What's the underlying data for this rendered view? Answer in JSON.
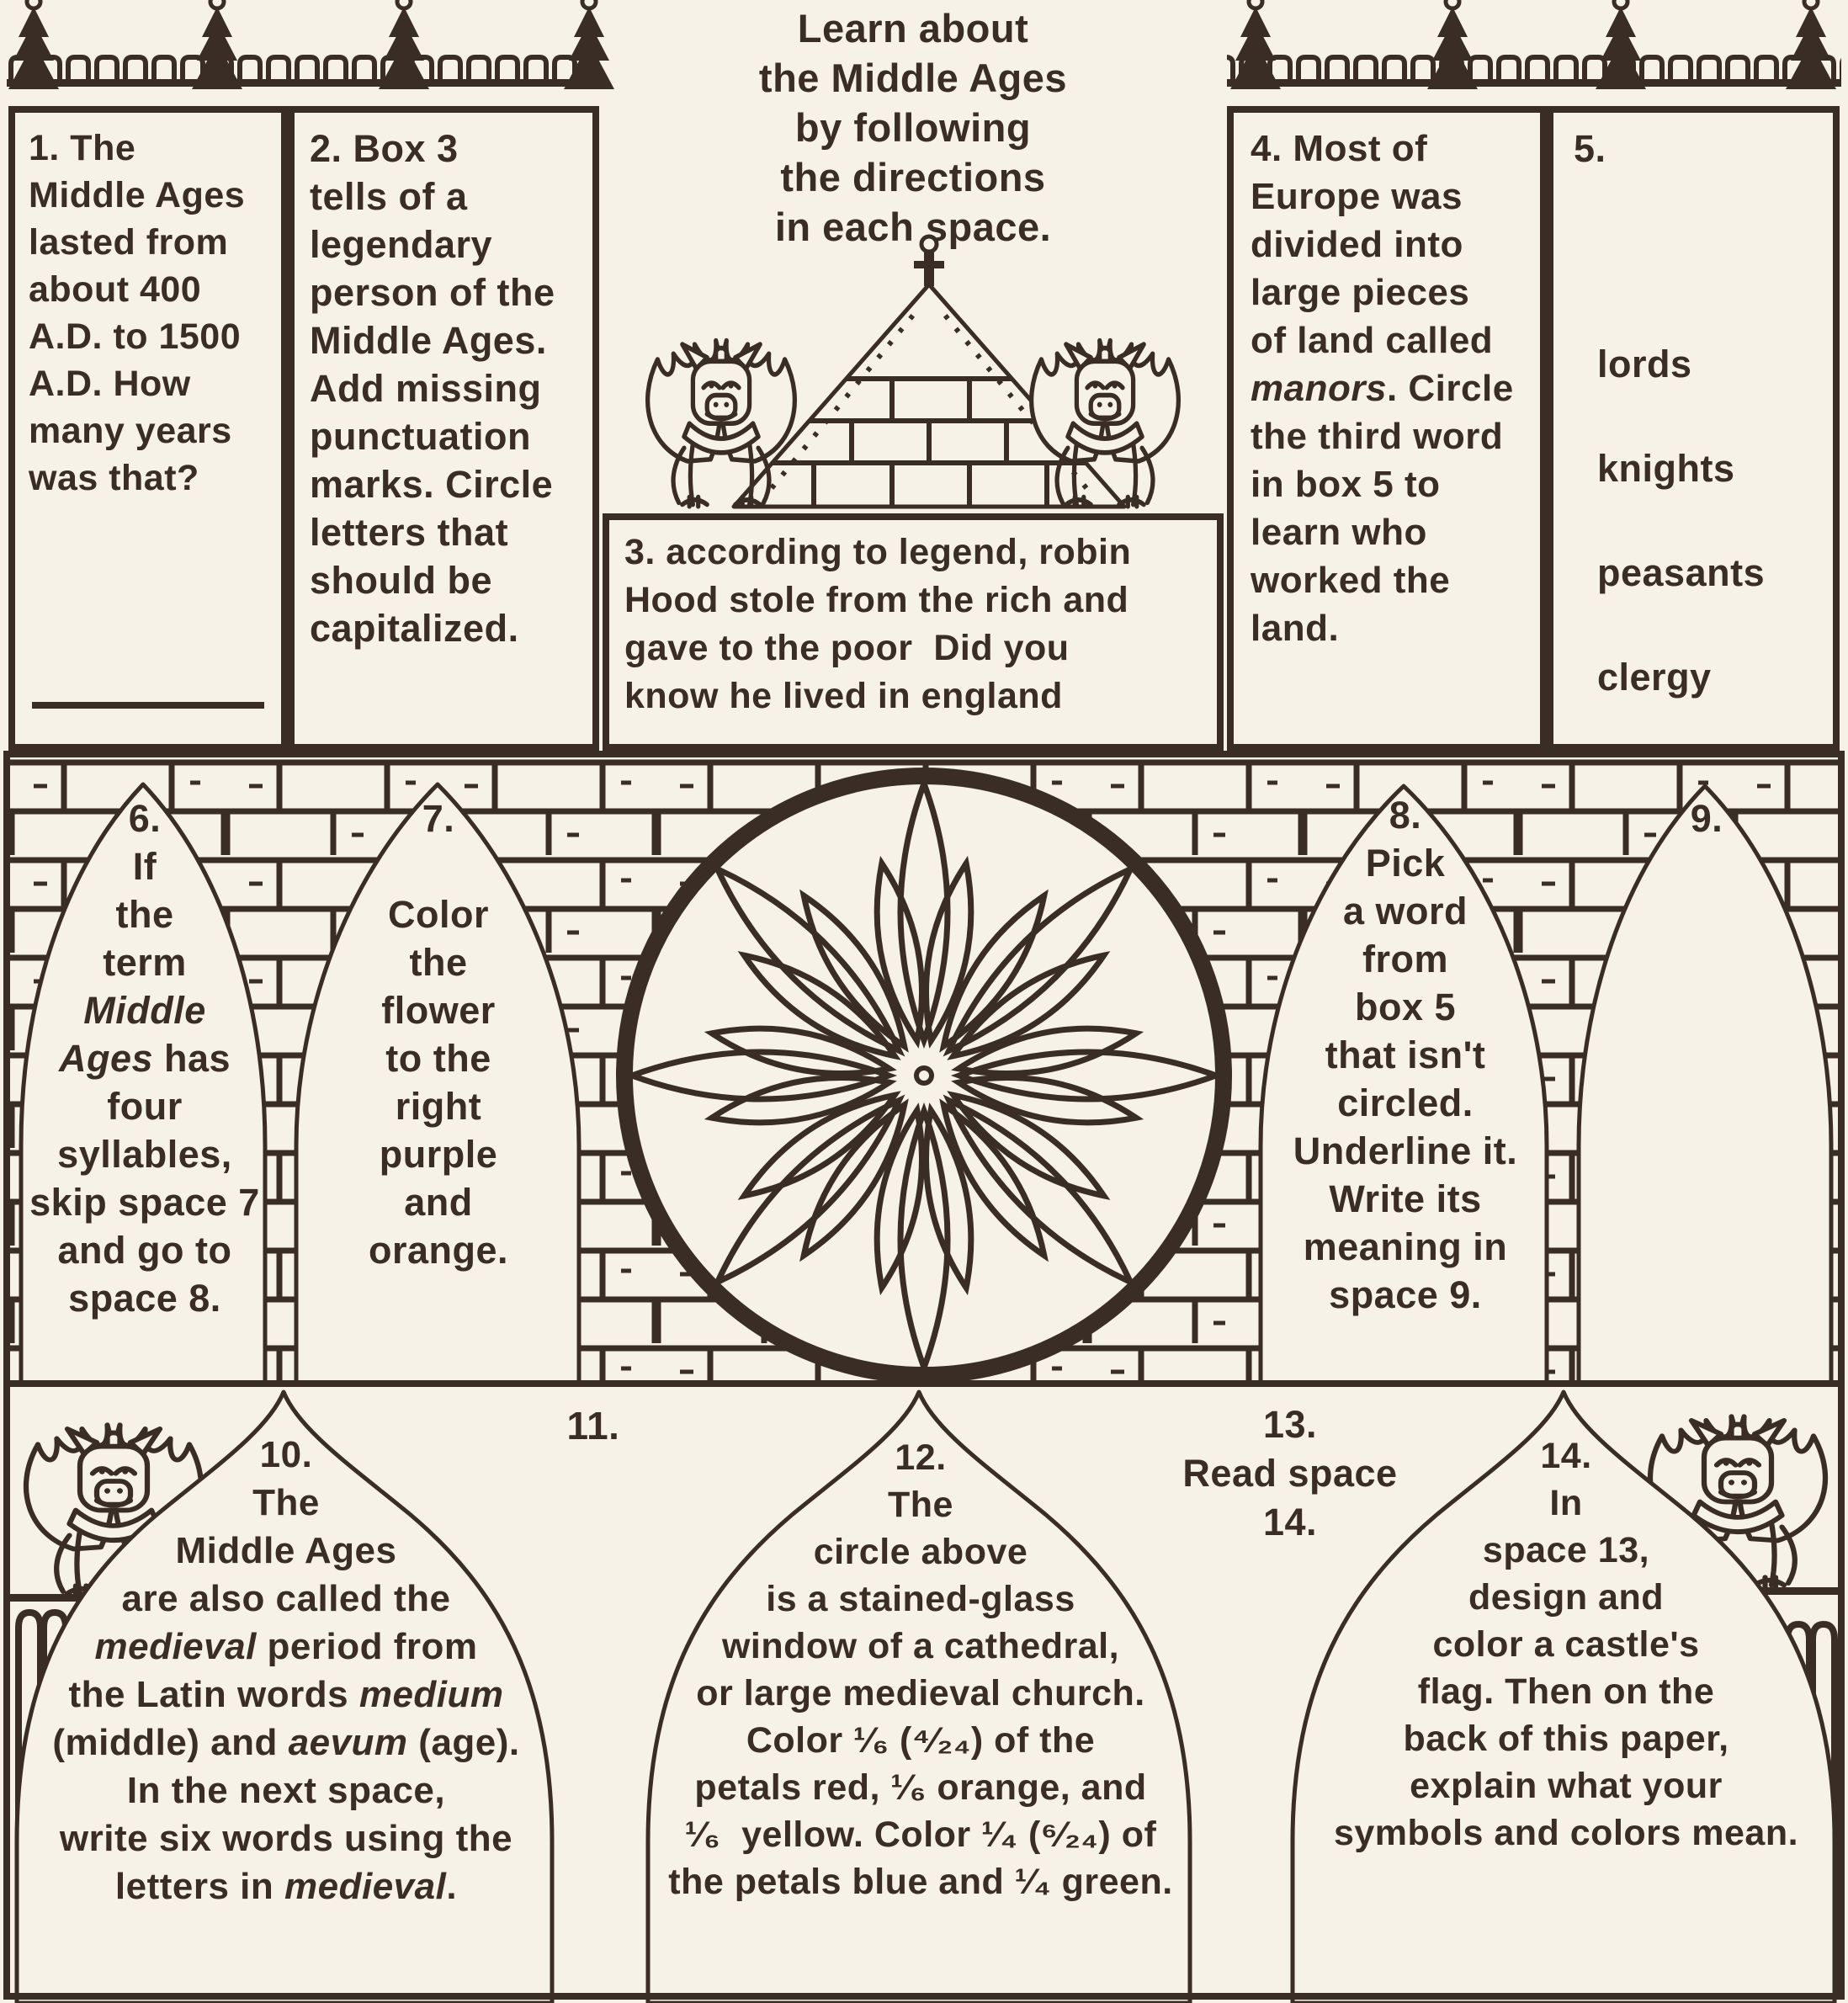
{
  "colors": {
    "ink": "#3a2d26",
    "paper": "#f6f2e7"
  },
  "header": {
    "title": "Learn about\nthe Middle Ages\nby following\nthe directions\nin each space."
  },
  "boxes": {
    "b1": {
      "text": "1. The\nMiddle Ages\nlasted from\nabout 400\nA.D. to 1500\nA.D. How\nmany years\nwas that?"
    },
    "b2": {
      "text": "2. Box 3\ntells of a\nlegendary\nperson of the\nMiddle Ages.\nAdd missing\npunctuation\nmarks. Circle\nletters that\nshould be\ncapitalized."
    },
    "b3": {
      "text": "3. according to legend, robin\nHood stole from the rich and\ngave to the poor  Did you\nknow he lived in england"
    },
    "b4": {
      "rich": [
        {
          "t": "4. Most of\nEurope was\ndivided into\nlarge pieces\nof land called\n"
        },
        {
          "t": "manors",
          "i": true
        },
        {
          "t": ". Circle\nthe third word\nin box 5 to\nlearn who\nworked the\nland."
        }
      ]
    },
    "b5": {
      "number": "5.",
      "words": "lords\n\nknights\n\npeasants\n\nclergy"
    }
  },
  "arches": {
    "a6": {
      "rich": [
        {
          "t": "6.\nIf\nthe\nterm\n"
        },
        {
          "t": "Middle\nAges",
          "i": true
        },
        {
          "t": " has\nfour\nsyllables,\nskip space 7\nand go to\nspace 8."
        }
      ]
    },
    "a7": {
      "text": "7.\n\nColor\nthe\nflower\nto the\nright\npurple\nand\norange."
    },
    "a8": {
      "text": "8.\nPick\na word\nfrom\nbox 5\nthat isn't\ncircled.\nUnderline it.\nWrite its\nmeaning in\nspace 9."
    },
    "a9": {
      "text": "9."
    },
    "a10": {
      "rich": [
        {
          "t": "10.\nThe\nMiddle Ages\nare also called the\n"
        },
        {
          "t": "medieval",
          "i": true
        },
        {
          "t": " period from\nthe Latin words "
        },
        {
          "t": "medium",
          "i": true
        },
        {
          "t": "\n(middle) and "
        },
        {
          "t": "aevum",
          "i": true
        },
        {
          "t": " (age).\nIn the next space,\nwrite six words using the\nletters in "
        },
        {
          "t": "medieval",
          "i": true
        },
        {
          "t": "."
        }
      ]
    },
    "a11": {
      "label": "11."
    },
    "a12": {
      "text": "12.\nThe\ncircle above\nis a stained-glass\nwindow of a cathedral,\nor large medieval church.\nColor ¹⁄₆ (⁴⁄₂₄) of the\npetals red, ¹⁄₆ orange, and\n¹⁄₆  yellow. Color ¹⁄₄ (⁶⁄₂₄) of\nthe petals blue and ¹⁄₄ green."
    },
    "a13": {
      "label": "13.\nRead space 14."
    },
    "a14": {
      "text": "14.\nIn\nspace 13,\ndesign and\ncolor a castle's\nflag. Then on the\nback of this paper,\nexplain what your\nsymbols and colors mean."
    }
  },
  "rose_window": {
    "petals": 24,
    "rings": [
      {
        "count": 8,
        "angle_offset": 0,
        "inner_radius": 42,
        "length": 305,
        "half_width": 56
      },
      {
        "count": 16,
        "angle_offset": 11.25,
        "inner_radius": 42,
        "length": 215,
        "half_width": 44
      }
    ]
  }
}
